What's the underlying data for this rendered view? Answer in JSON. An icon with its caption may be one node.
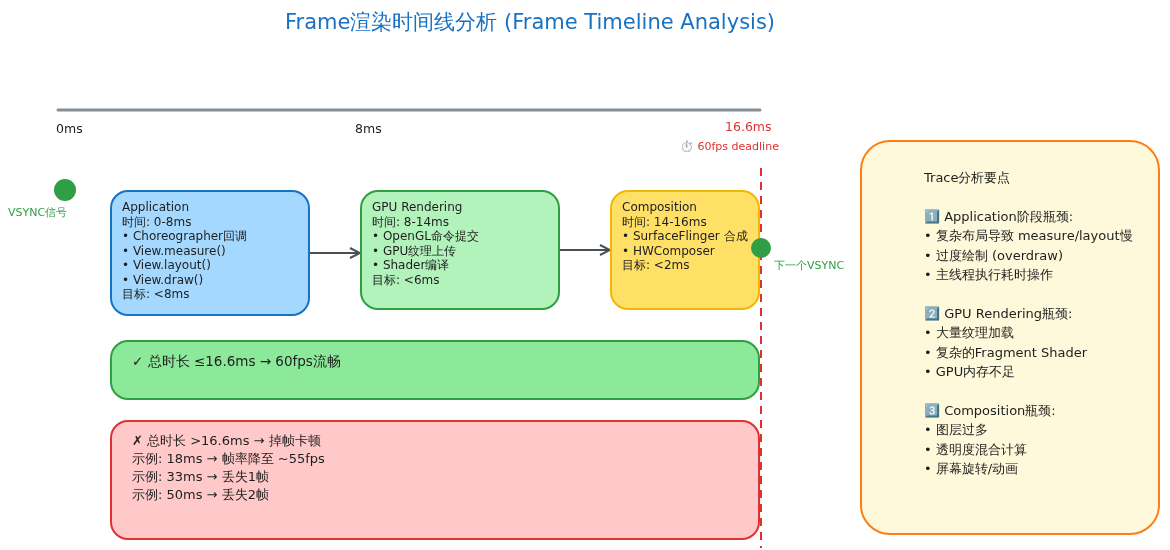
{
  "diagram": {
    "title": "Frame渲染时间线分析 (Frame Timeline Analysis)",
    "nodes": [
      {
        "text": [],
        "shape": "circle",
        "beside": [
          "VSYNC信号"
        ]
      },
      {
        "text": [
          "Application",
          "时间: 0-8ms",
          "• Choreographer回调",
          "• View.measure()",
          "• View.layout()",
          "• View.draw()",
          "目标: <8ms"
        ]
      },
      {
        "text": [
          "GPU Rendering",
          "时间: 8-14ms",
          "• OpenGL命令提交",
          "• GPU纹理上传",
          "• Shader编译",
          "目标: <6ms"
        ]
      },
      {
        "text": [
          "Composition",
          "时间: 14-16ms",
          "• SurfaceFlinger 合成",
          "• HWComposer",
          "目标: <2ms"
        ]
      },
      {
        "text": [],
        "shape": "circle",
        "beside": [
          "下一个VSYNC"
        ]
      },
      {
        "text": [
          "✓ 总时长 ≤16.6ms → 60fps流畅"
        ]
      },
      {
        "text": [
          "✗ 总时长 >16.6ms → 掉帧卡顿",
          "示例: 18ms → 帧率降至 ~55fps",
          "示例: 33ms → 丢失1帧",
          "示例: 50ms → 丢失2帧"
        ]
      },
      {
        "text": [
          "Trace分析要点",
          "1️⃣ Application阶段瓶颈:",
          "• 复杂布局导致 measure/layout慢",
          "• 过度绘制 (overdraw)",
          "• 主线程执行耗时操作",
          "2️⃣ GPU Rendering瓶颈:",
          "• 大量纹理加载",
          "• 复杂的Fragment Shader",
          "• GPU内存不足",
          "3️⃣ Composition瓶颈:",
          "• 图层过多",
          "• 透明度混合计算",
          "• 屏幕旋转/动画"
        ]
      }
    ],
    "edges": [
      {
        "from": 1,
        "to": 2,
        "arrow": "to"
      },
      {
        "from": 2,
        "to": 3,
        "arrow": "to"
      }
    ],
    "labels": [
      "0ms",
      "8ms",
      "16.6ms",
      "⏱️ 60fps deadline"
    ]
  }
}
